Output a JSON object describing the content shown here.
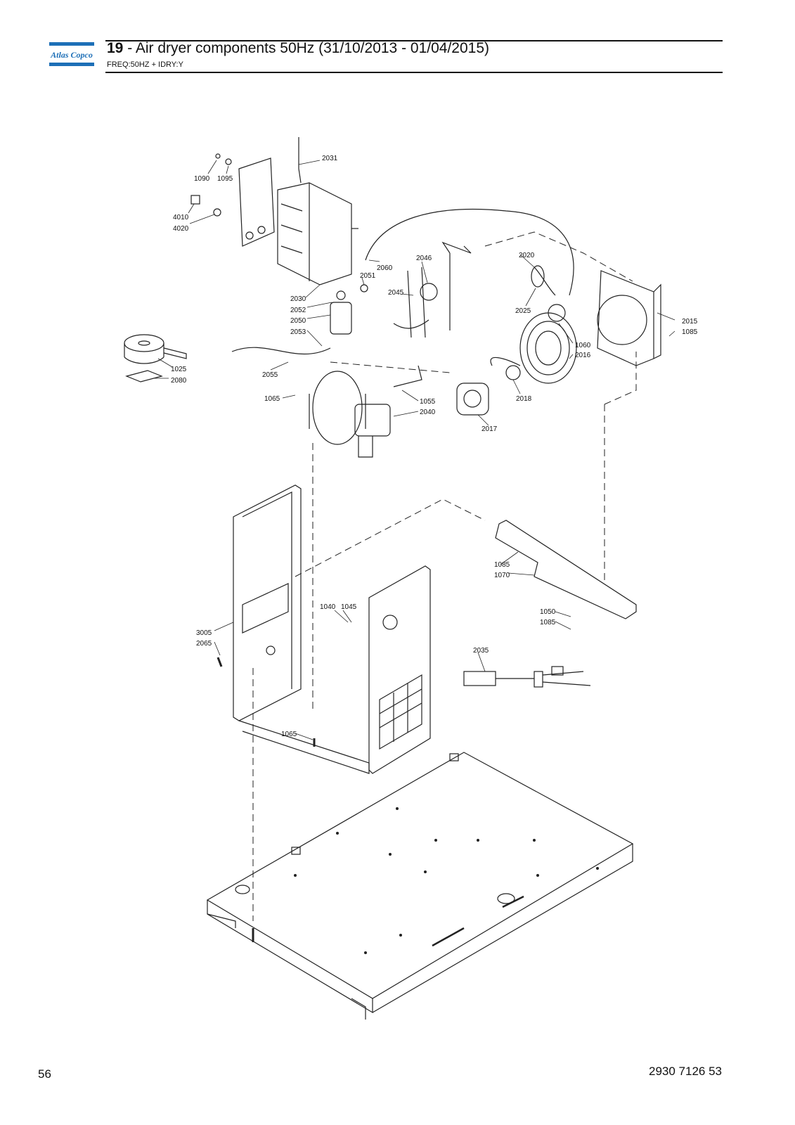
{
  "header": {
    "brand": "Atlas Copco",
    "section_number": "19",
    "title_text": " - Air dryer components 50Hz (31/10/2013 - 01/04/2015)",
    "subtitle": "FREQ:50HZ + IDRY:Y",
    "brand_color": "#1d6fb7"
  },
  "footer": {
    "page_number": "56",
    "document_number": "2930 7126 53"
  },
  "callouts": [
    "1090",
    "1095",
    "2031",
    "4010",
    "4020",
    "2060",
    "2046",
    "2020",
    "2051",
    "2045",
    "2030",
    "2052",
    "2050",
    "2053",
    "2025",
    "2015",
    "1085",
    "1060",
    "2016",
    "1025",
    "2080",
    "2055",
    "1065",
    "1055",
    "2040",
    "2018",
    "2017",
    "1085",
    "1070",
    "1040",
    "1045",
    "1050",
    "1085",
    "3005",
    "2065",
    "2035",
    "1065"
  ]
}
